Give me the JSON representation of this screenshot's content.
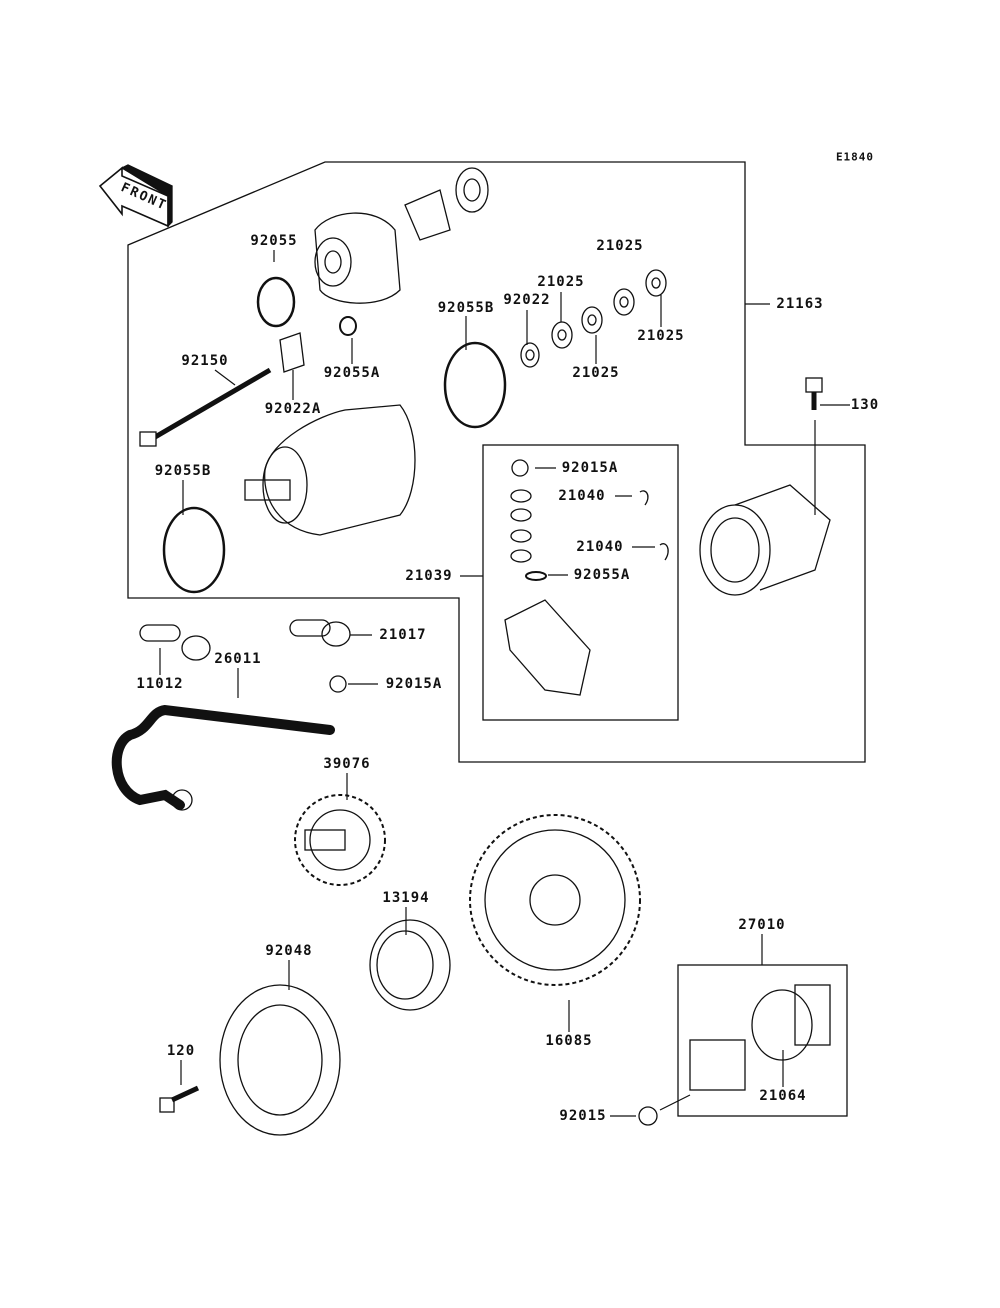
{
  "diagram_code": "E1840",
  "front_arrow": "FRONT",
  "labels": [
    "92055",
    "21025",
    "21025",
    "92022",
    "92055B",
    "21163",
    "21025",
    "92150",
    "92055A",
    "21025",
    "92022A",
    "130",
    "92015A",
    "92055B",
    "21040",
    "21040",
    "21039",
    "92055A",
    "21017",
    "26011",
    "11012",
    "92015A",
    "39076",
    "13194",
    "27010",
    "92048",
    "120",
    "16085",
    "21064",
    "92015"
  ]
}
